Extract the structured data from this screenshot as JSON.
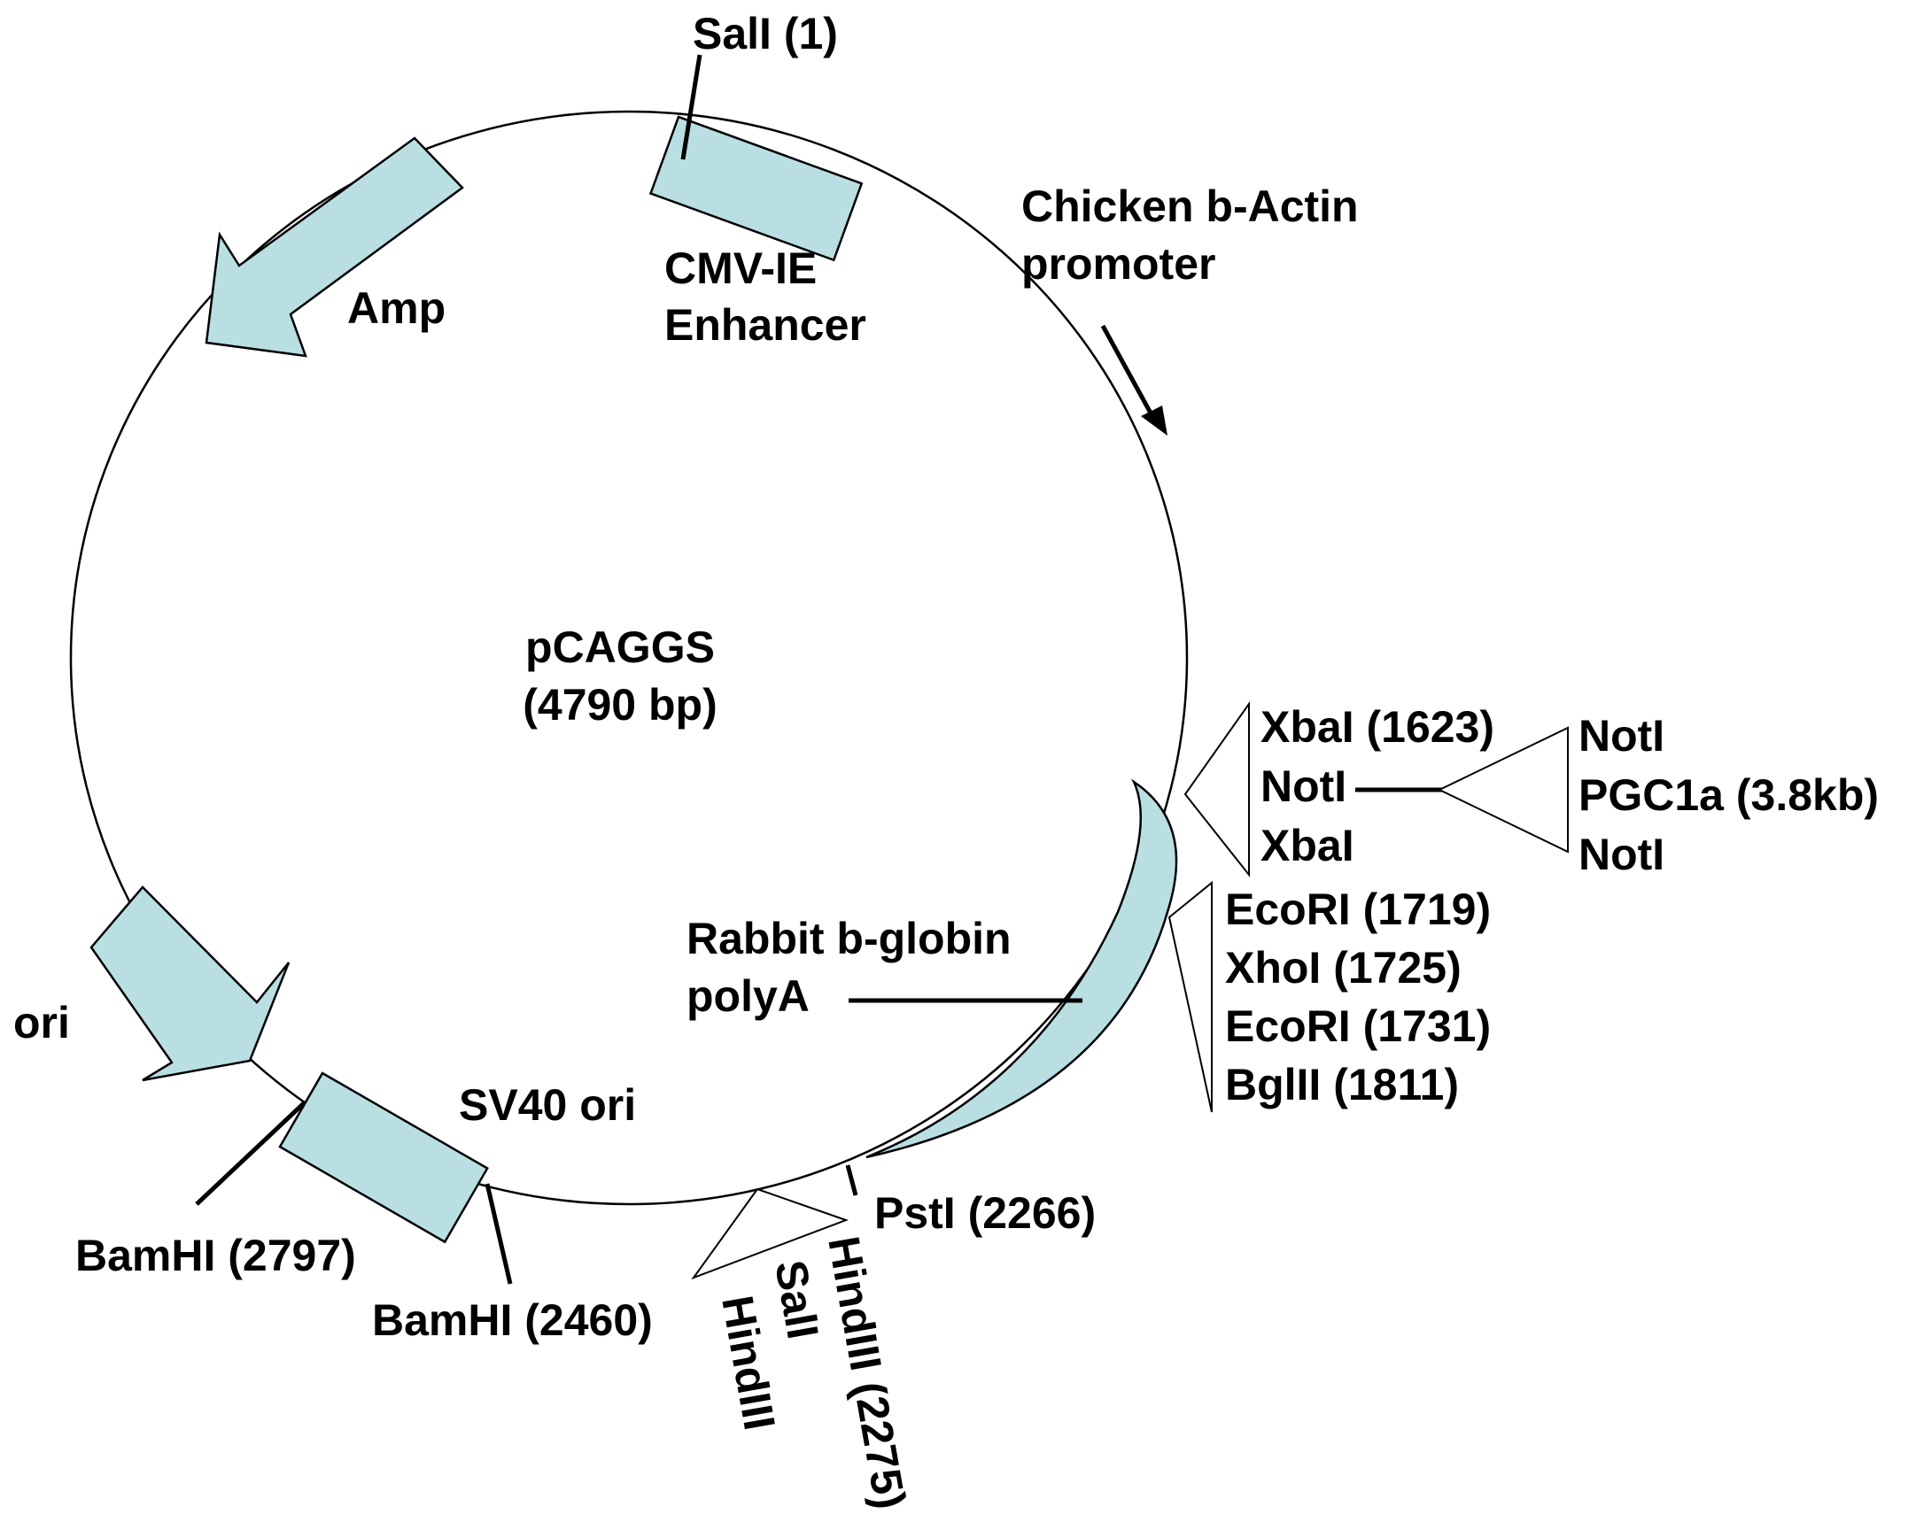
{
  "plasmid": {
    "name": "pCAGGS",
    "size": "(4790 bp)"
  },
  "features": {
    "cmv": [
      "CMV-IE",
      "Enhancer"
    ],
    "promoter": [
      "Chicken b-Actin",
      "promoter"
    ],
    "amp": "Amp",
    "ori": "ori",
    "sv40": "SV40 ori",
    "polya": [
      "Rabbit b-globin",
      "polyA"
    ]
  },
  "sites": {
    "sall_1": "SalI (1)",
    "bamhi_2797": "BamHI (2797)",
    "bamhi_2460": "BamHI (2460)",
    "psti_2266": "PstI (2266)",
    "hindiii_2275": "HindIII (2275)",
    "sall": "SalI",
    "hindiii": "HindIII"
  },
  "mcs_upper": [
    "XbaI (1623)",
    "NotI",
    "XbaI"
  ],
  "insert": [
    "NotI",
    "PGC1a (3.8kb)",
    "NotI"
  ],
  "mcs_lower": [
    "EcoRI (1719)",
    "XhoI (1725)",
    "EcoRI (1731)",
    "BglII (1811)"
  ],
  "colors": {
    "feature_fill": "#b9dfe3",
    "line": "#000000",
    "background": "#ffffff"
  }
}
